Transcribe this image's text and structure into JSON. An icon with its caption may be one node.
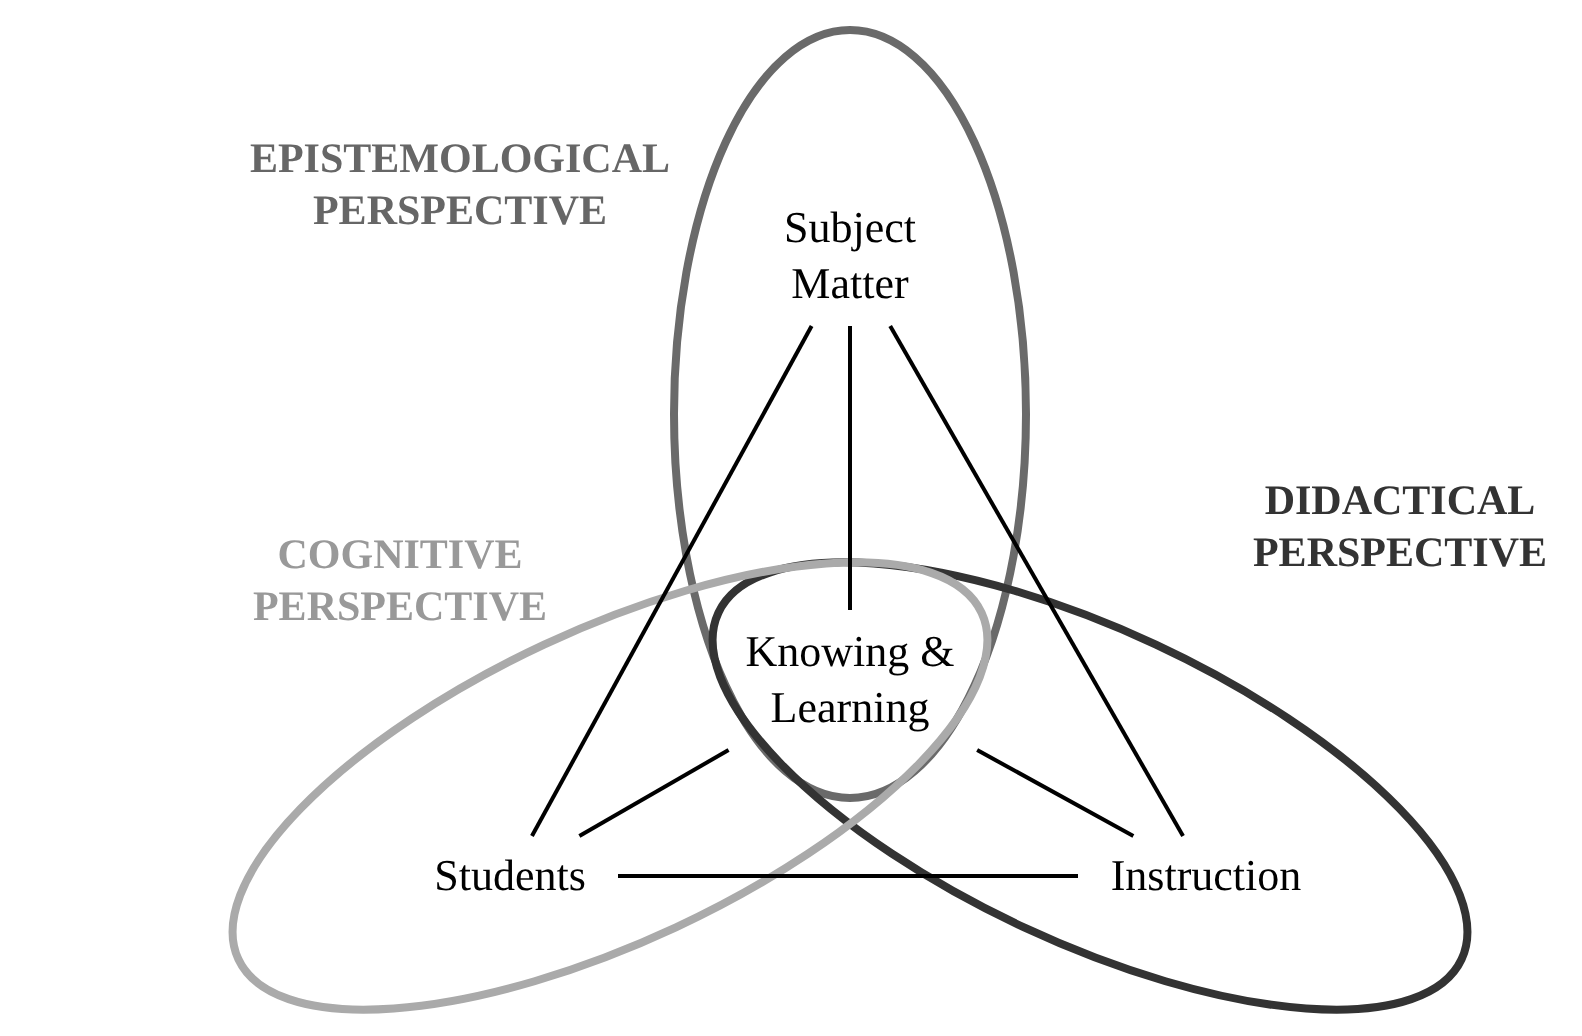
{
  "diagram": {
    "nodes": [
      {
        "text": [
          "Subject Matter"
        ]
      },
      {
        "text": [
          "Knowing & Learning"
        ]
      },
      {
        "text": [
          "Students"
        ]
      },
      {
        "text": [
          "Instruction"
        ]
      }
    ],
    "edges": [
      {
        "from": 0,
        "to": 2,
        "arrow": "none"
      },
      {
        "from": 0,
        "to": 1,
        "arrow": "none"
      },
      {
        "from": 0,
        "to": 3,
        "arrow": "none"
      },
      {
        "from": 2,
        "to": 1,
        "arrow": "none"
      },
      {
        "from": 3,
        "to": 1,
        "arrow": "none"
      },
      {
        "from": 2,
        "to": 3,
        "arrow": "none"
      }
    ],
    "labels": [
      "EPISTEMOLOGICAL PERSPECTIVE",
      "DIDACTICAL PERSPECTIVE",
      "COGNITIVE PERSPECTIVE"
    ]
  }
}
